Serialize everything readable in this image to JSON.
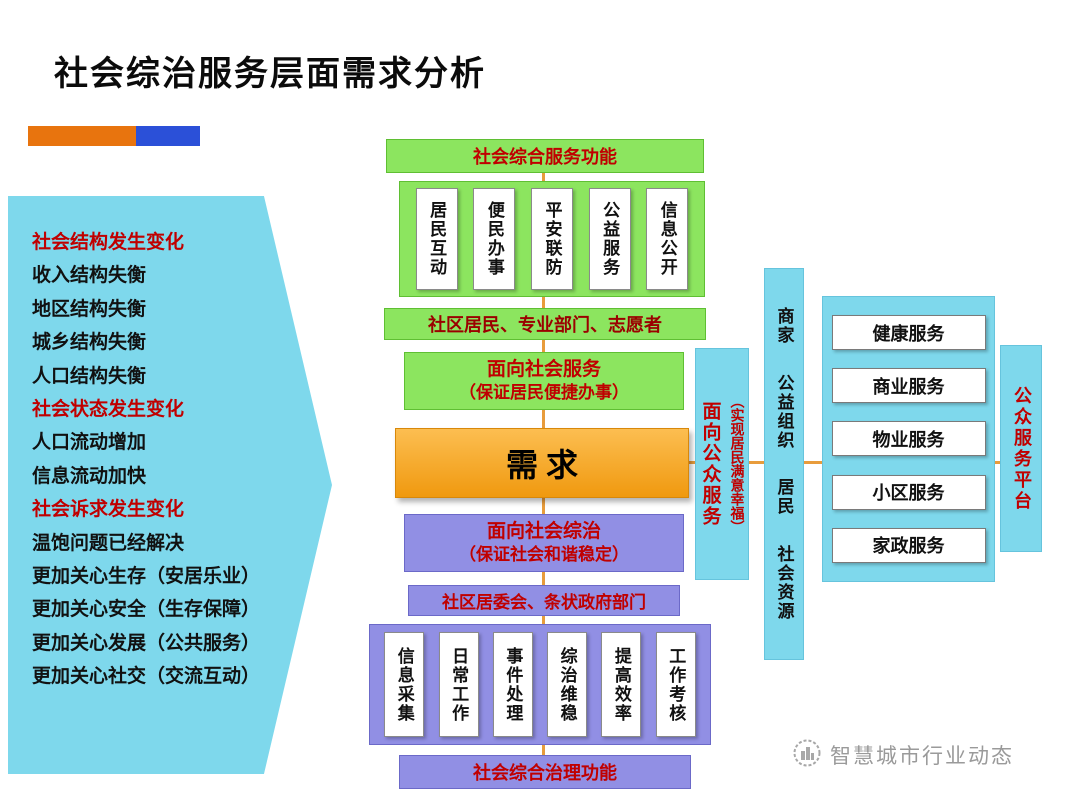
{
  "title": "社会综治服务层面需求分析",
  "arrow": {
    "items": [
      {
        "text": "社会结构发生变化",
        "emphasis": true
      },
      {
        "text": "收入结构失衡",
        "emphasis": false
      },
      {
        "text": "地区结构失衡",
        "emphasis": false
      },
      {
        "text": "城乡结构失衡",
        "emphasis": false
      },
      {
        "text": "人口结构失衡",
        "emphasis": false
      },
      {
        "text": "社会状态发生变化",
        "emphasis": true
      },
      {
        "text": "人口流动增加",
        "emphasis": false
      },
      {
        "text": "信息流动加快",
        "emphasis": false
      },
      {
        "text": "社会诉求发生变化",
        "emphasis": true
      },
      {
        "text": "温饱问题已经解决",
        "emphasis": false
      },
      {
        "text": "更加关心生存（安居乐业）",
        "emphasis": false
      },
      {
        "text": "更加关心安全（生存保障）",
        "emphasis": false
      },
      {
        "text": "更加关心发展（公共服务）",
        "emphasis": false
      },
      {
        "text": "更加关心社交（交流互动）",
        "emphasis": false
      }
    ]
  },
  "center": {
    "top_function": "社会综合服务功能",
    "service_items": [
      "居民互动",
      "便民办事",
      "平安联防",
      "公益服务",
      "信息公开"
    ],
    "service_actors": "社区居民、专业部门、志愿者",
    "social_service": {
      "title": "面向社会服务",
      "subtitle": "（保证居民便捷办事）"
    },
    "demand": "需求",
    "governance": {
      "title": "面向社会综治",
      "subtitle": "（保证社会和谐稳定）"
    },
    "governance_actors": "社区居委会、条状政府部门",
    "governance_items": [
      "信息采集",
      "日常工作",
      "事件处理",
      "综治维稳",
      "提高效率",
      "工作考核"
    ],
    "bottom_function": "社会综合治理功能"
  },
  "right": {
    "public_service": {
      "title": "面向公众服务",
      "subtitle": "（实现居民满意幸福）"
    },
    "resources": [
      "商家",
      "公益组织",
      "居民",
      "社会资源"
    ],
    "services": [
      "健康服务",
      "商业服务",
      "物业服务",
      "小区服务",
      "家政服务"
    ],
    "platform": "公众服务平台"
  },
  "watermark": "智慧城市行业动态",
  "colors": {
    "green": "#8CE55F",
    "purple": "#918FE4",
    "cyan": "#7ED8EC",
    "orange": "#F5A01E",
    "accent_red": "#C00000",
    "divider_orange": "#E8740E",
    "divider_blue": "#2B50D8",
    "connector_orange": "#E89C3C"
  }
}
